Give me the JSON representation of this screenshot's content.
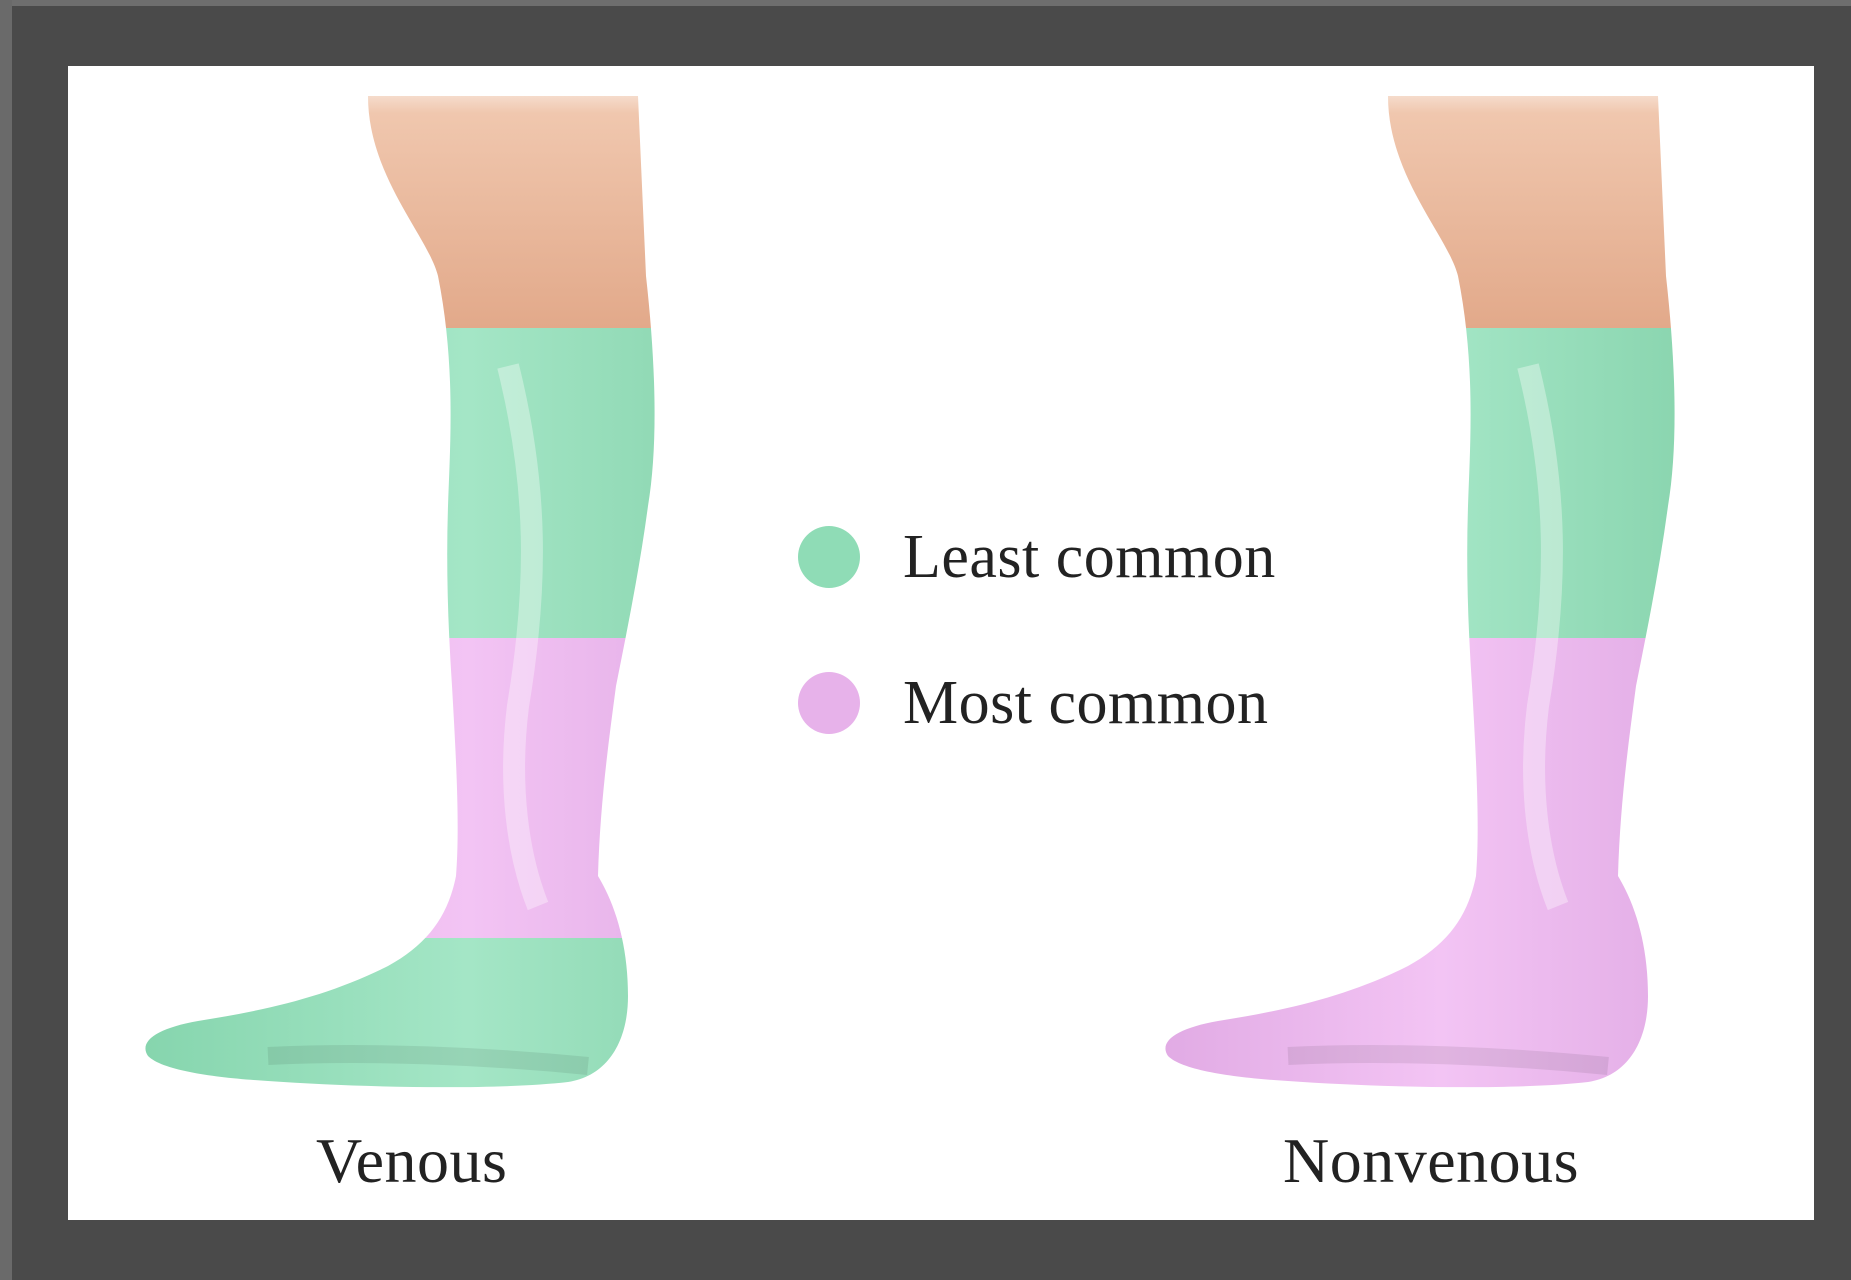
{
  "colors": {
    "least_common": "#8fdcb6",
    "most_common": "#e7b2ea",
    "skin": "#e9b79a",
    "background": "#ffffff",
    "frame": "#4a4a4a"
  },
  "legend": {
    "items": [
      {
        "label": "Least common",
        "color": "#8fdcb6"
      },
      {
        "label": "Most common",
        "color": "#e7b2ea"
      }
    ]
  },
  "diagrams": {
    "left": {
      "caption": "Venous"
    },
    "right": {
      "caption": "Nonvenous"
    }
  }
}
